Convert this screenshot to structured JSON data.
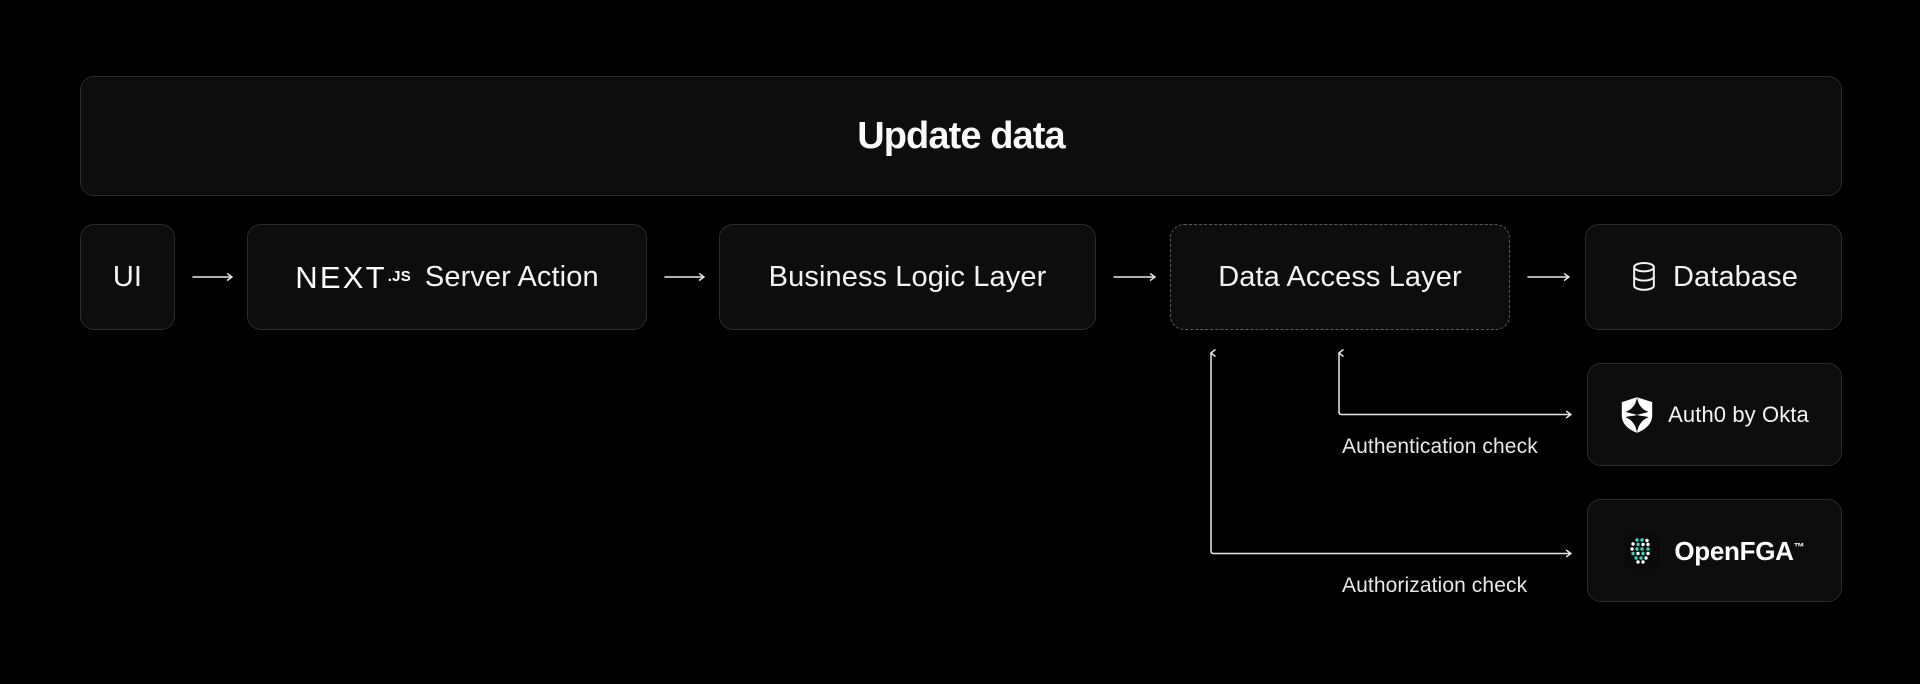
{
  "banner": {
    "title": "Update data"
  },
  "flow": {
    "nodes": [
      {
        "id": "ui",
        "label": "UI"
      },
      {
        "id": "next",
        "label": "Server Action",
        "logo": "nextjs-logo",
        "logo_word": "NEXT",
        "logo_suffix": ".JS"
      },
      {
        "id": "business",
        "label": "Business Logic Layer"
      },
      {
        "id": "dal",
        "label": "Data Access Layer",
        "border": "dashed"
      },
      {
        "id": "database",
        "label": "Database",
        "icon": "database-icon"
      }
    ],
    "arrows": [
      {
        "from": "ui",
        "to": "next"
      },
      {
        "from": "next",
        "to": "business"
      },
      {
        "from": "business",
        "to": "dal"
      },
      {
        "from": "dal",
        "to": "database"
      }
    ]
  },
  "services": [
    {
      "id": "auth0",
      "label": "Auth0 by Okta",
      "icon": "auth0-shield-icon"
    },
    {
      "id": "openfga",
      "label": "OpenFGA",
      "trademark": "™",
      "icon": "openfga-logo-icon"
    }
  ],
  "checks": [
    {
      "id": "authentication",
      "label": "Authentication check",
      "from": "dal",
      "to": "auth0"
    },
    {
      "id": "authorization",
      "label": "Authorization check",
      "from": "dal",
      "to": "openfga"
    }
  ],
  "colors": {
    "background": "#000000",
    "panel_fill": "#0d0d0d",
    "panel_border": "#2b2b2b",
    "dashed_border": "#5a5a5a",
    "text": "#f4f4f4",
    "connector": "#e8e8e8",
    "openfga_accent": "#3ad6bd"
  }
}
